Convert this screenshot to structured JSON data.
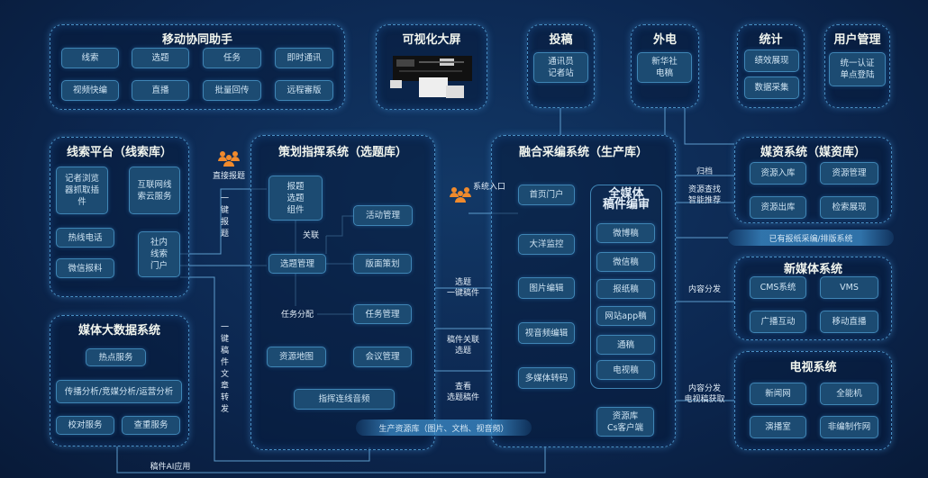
{
  "mobile": {
    "title": "移动协同助手",
    "items": [
      "线索",
      "选题",
      "任务",
      "即时通讯",
      "视频快编",
      "直播",
      "批量回传",
      "远程審版"
    ]
  },
  "screen": {
    "title": "可视化大屏"
  },
  "submit": {
    "title": "投稿",
    "items": [
      "通讯员\n记者站"
    ]
  },
  "wire": {
    "title": "外电",
    "items": [
      "新华社\n电稿"
    ]
  },
  "stats": {
    "title": "统计",
    "items": [
      "绩效展现",
      "数据采集"
    ]
  },
  "user": {
    "title": "用户管理",
    "items": [
      "统一认证\n单点登陆"
    ]
  },
  "clue": {
    "title": "线索平台（线索库）",
    "items": [
      "记者浏览\n器抓取插\n件",
      "互联网线\n索云服务",
      "热线电话",
      "微信报料",
      "社内\n线索\n门户"
    ]
  },
  "bigdata": {
    "title": "媒体大数据系统",
    "items": [
      "热点服务",
      "传播分析/竞媒分析/运营分析",
      "校对服务",
      "查重服务"
    ]
  },
  "plan": {
    "title": "策划指挥系统（选题库）",
    "items": [
      "报题\n选题\n组件",
      "活动管理",
      "选题管理",
      "版面策划",
      "任务管理",
      "资源地图",
      "会议管理",
      "指挥连线音频"
    ],
    "labels": [
      "关联",
      "任务分配"
    ]
  },
  "prod": {
    "title": "融合采编系统（生产库）",
    "items": [
      "首页门户",
      "大洋监控",
      "图片编辑",
      "视音频编辑",
      "多媒体转码"
    ],
    "review": {
      "title": "全媒体\n稿件编审",
      "items": [
        "微博稿",
        "微信稿",
        "报纸稿",
        "网站app稿",
        "通稿",
        "电视稿"
      ]
    },
    "client": "资源库\nCs客户端"
  },
  "resource_pill": "生产资源库（图片、文档、视音频）",
  "media": {
    "title": "媒资系统（媒资库）",
    "items": [
      "资源入库",
      "资源管理",
      "资源出库",
      "检索展现"
    ]
  },
  "paper_pill": "已有报纸采编/排版系统",
  "newmedia": {
    "title": "新媒体系统",
    "items": [
      "CMS系统",
      "VMS",
      "广播互动",
      "移动直播"
    ]
  },
  "tv": {
    "title": "电视系统",
    "items": [
      "新闻网",
      "全能机",
      "演播室",
      "非编制作网"
    ]
  },
  "flow_labels": {
    "direct": "直接报题",
    "one_key": "一键报题",
    "entry": "系统入口",
    "topic_to_doc": "选题\n一键稿件",
    "doc_rel": "稿件关联\n选题",
    "view": "查看\n选题稿件",
    "forward": "一键稿件文章转发",
    "ai": "稿件AI应用",
    "archive": "归档",
    "search": "资源查找\n智能推荐",
    "dist": "内容分发",
    "dist_tv": "内容分发\n电视稿获取"
  },
  "colors": {
    "box": "#1c4b72",
    "border": "#4a90c4",
    "accent": "#f08a2c"
  }
}
